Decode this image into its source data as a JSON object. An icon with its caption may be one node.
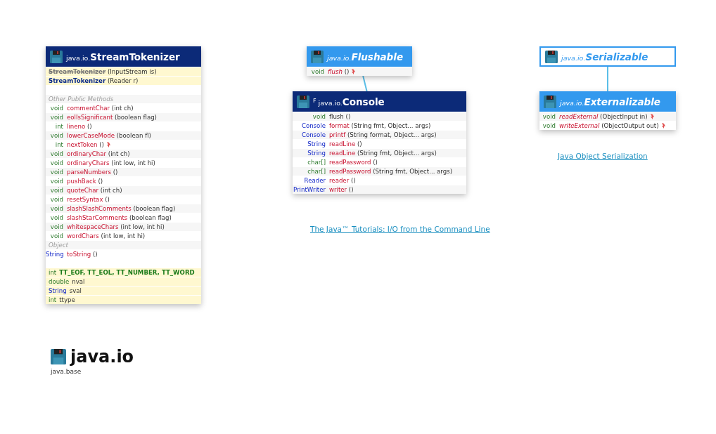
{
  "diagram": {
    "title": "java.io",
    "caption": "java.base",
    "nodes": [
      {
        "text": [
          "java.io.**StreamTokenizer**",
          "StreamTokenizer (InputStream is)",
          "StreamTokenizer (Reader r)",
          "Other Public Methods",
          "void commentChar (int ch)",
          "void eolIsSignificant (boolean flag)",
          "int lineno ()",
          "void lowerCaseMode (boolean fl)",
          "int nextToken ()",
          "void ordinaryChar (int ch)",
          "void ordinaryChars (int low, int hi)",
          "void parseNumbers ()",
          "void pushBack ()",
          "void quoteChar (int ch)",
          "void resetSyntax ()",
          "void slashSlashComments (boolean flag)",
          "void slashStarComments (boolean flag)",
          "void whitespaceChars (int low, int hi)",
          "void wordChars (int low, int hi)",
          "Object",
          "String toString ()",
          "int TT_EOF, TT_EOL, TT_NUMBER, TT_WORD",
          "double nval",
          "String sval",
          "int ttype"
        ]
      },
      {
        "text": [
          "java.io.**Flushable**",
          "void flush ()"
        ]
      },
      {
        "text": [
          "$^{F}$ java.io.**Console**",
          "void flush ()",
          "Console format (String fmt, Object... args)",
          "Console printf (String format, Object... args)",
          "String readLine ()",
          "String readLine (String fmt, Object... args)",
          "char[] readPassword ()",
          "char[] readPassword (String fmt, Object... args)",
          "Reader reader ()",
          "PrintWriter writer ()"
        ]
      },
      {
        "text": [
          "java.io.**Serializable**"
        ]
      },
      {
        "text": [
          "java.io.**Externalizable**",
          "void readExternal (ObjectInput in)",
          "void writeExternal (ObjectOutput out)"
        ]
      }
    ],
    "edges": [
      {
        "from": 1,
        "to": 2,
        "arrow": "none"
      },
      {
        "from": 3,
        "to": 4,
        "arrow": "none"
      }
    ],
    "labels": [
      "The Java™ Tutorials: I/O from the Command Line",
      "Java Object Serialization"
    ]
  }
}
